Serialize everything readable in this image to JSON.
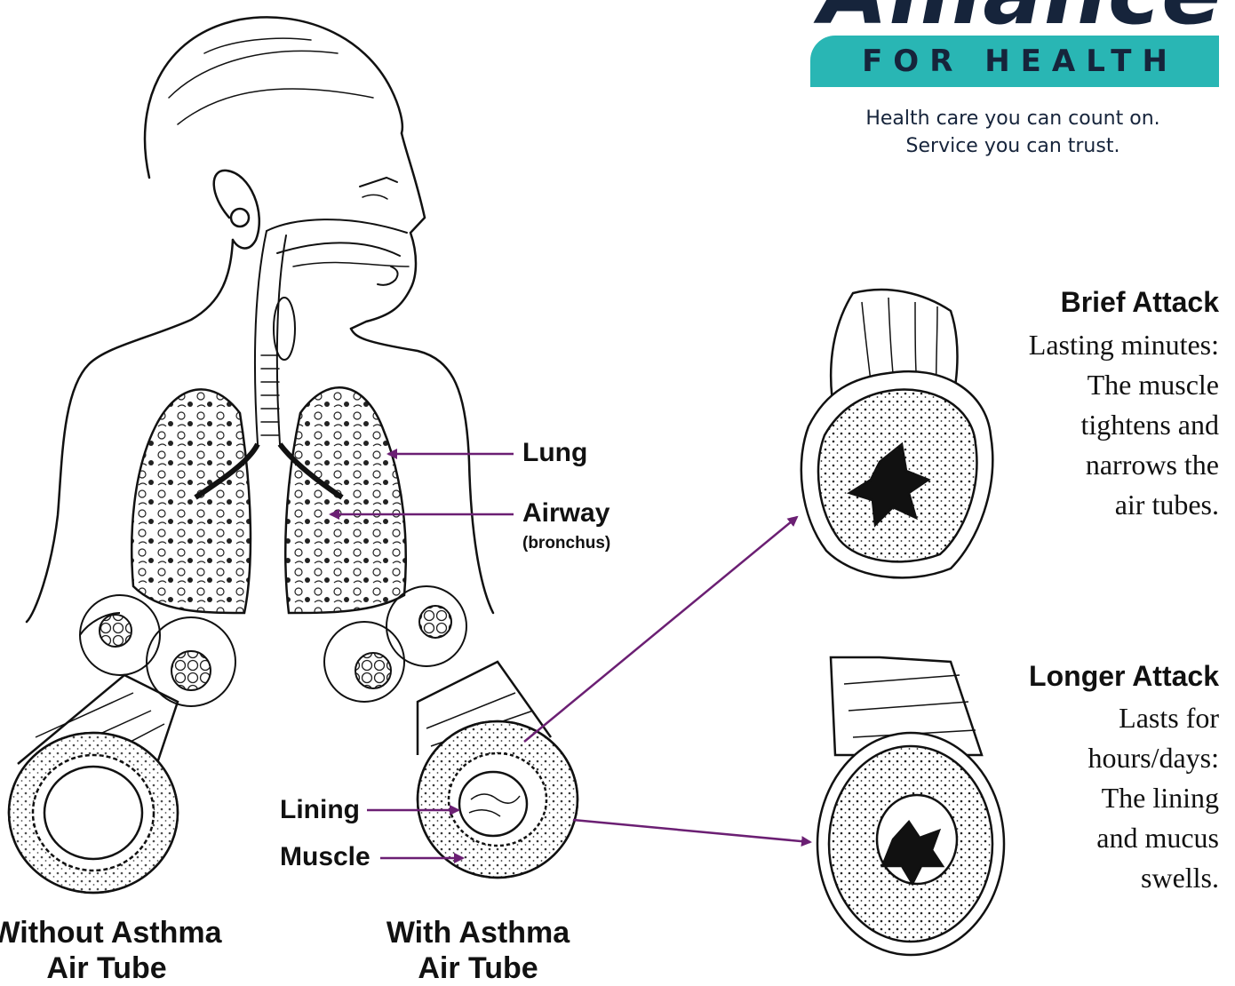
{
  "brand": {
    "name_partial": "Alliance",
    "subtitle": "FOR HEALTH",
    "tagline_line1": "Health care you can count on.",
    "tagline_line2": "Service you can trust.",
    "accent_color": "#29b6b4",
    "text_color": "#16243b"
  },
  "labels": {
    "lung": "Lung",
    "airway": "Airway",
    "airway_sub": "(bronchus)",
    "lining": "Lining",
    "muscle": "Muscle"
  },
  "panels": {
    "brief": {
      "title": "Brief Attack",
      "lines": [
        "Lasting minutes:",
        "The muscle",
        "tightens and",
        "narrows the",
        "air tubes."
      ]
    },
    "longer": {
      "title": "Longer Attack",
      "lines": [
        "Lasts for",
        "hours/days:",
        "The lining",
        "and mucus",
        "swells."
      ]
    }
  },
  "captions": {
    "without_line1": "Without Asthma",
    "without_line2": "Air Tube",
    "with_line1": "With Asthma",
    "with_line2": "Air Tube"
  },
  "arrow_color": "#6b1f73"
}
